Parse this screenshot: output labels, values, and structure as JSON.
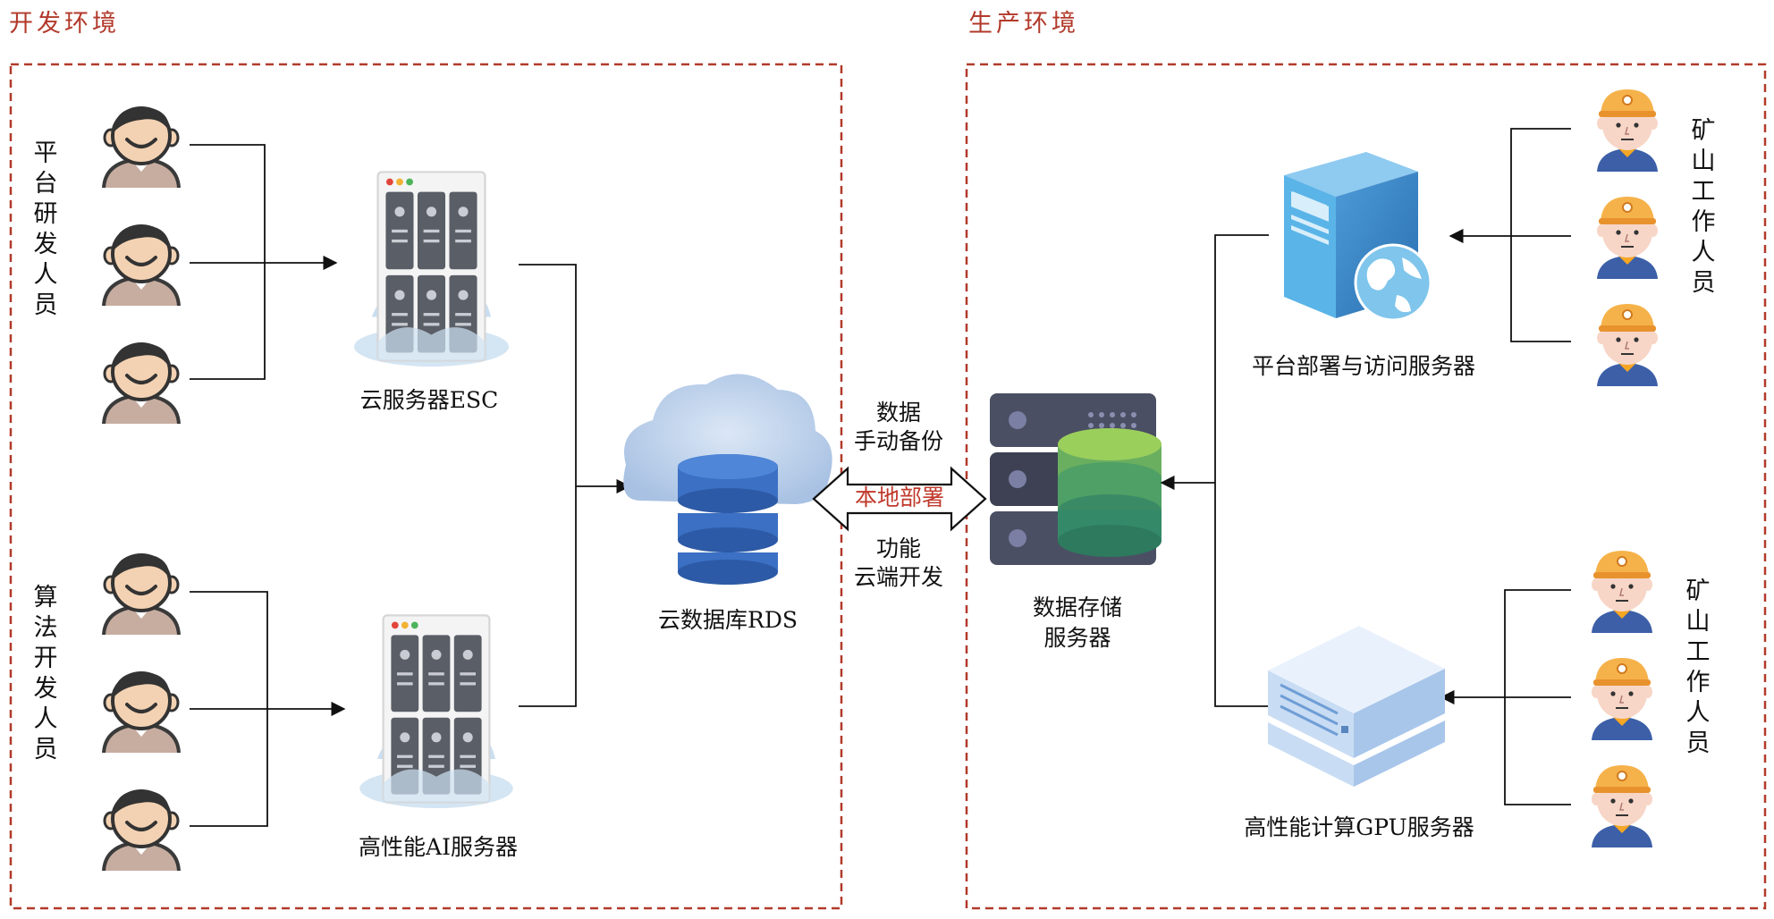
{
  "dev_env": {
    "title": "开发环境",
    "group_platform": "平台研发人员",
    "group_algorithm": "算法开发人员",
    "server_cloud": "云服务器ESC",
    "server_ai": "高性能AI服务器",
    "database": "云数据库RDS"
  },
  "link": {
    "top_line1": "数据",
    "top_line2": "手动备份",
    "center": "本地部署",
    "bottom_line1": "功能",
    "bottom_line2": "云端开发"
  },
  "prod_env": {
    "title": "生产环境",
    "storage_line1": "数据存储",
    "storage_line2": "服务器",
    "access_server": "平台部署与访问服务器",
    "gpu_server": "高性能计算GPU服务器",
    "workers_top": "矿山工作人员",
    "workers_bottom": "矿山工作人员"
  },
  "colors": {
    "frame": "#b23a2b",
    "title": "#b23a2b",
    "center_text": "#c0392b",
    "line": "#111111"
  },
  "icons": {
    "developer": "developer-avatar-icon",
    "worker": "miner-worker-icon",
    "rack": "rack-server-icon",
    "cloud_db": "cloud-database-icon",
    "storage": "storage-server-icon",
    "tower": "tower-server-globe-icon",
    "gpu": "gpu-server-icon"
  }
}
